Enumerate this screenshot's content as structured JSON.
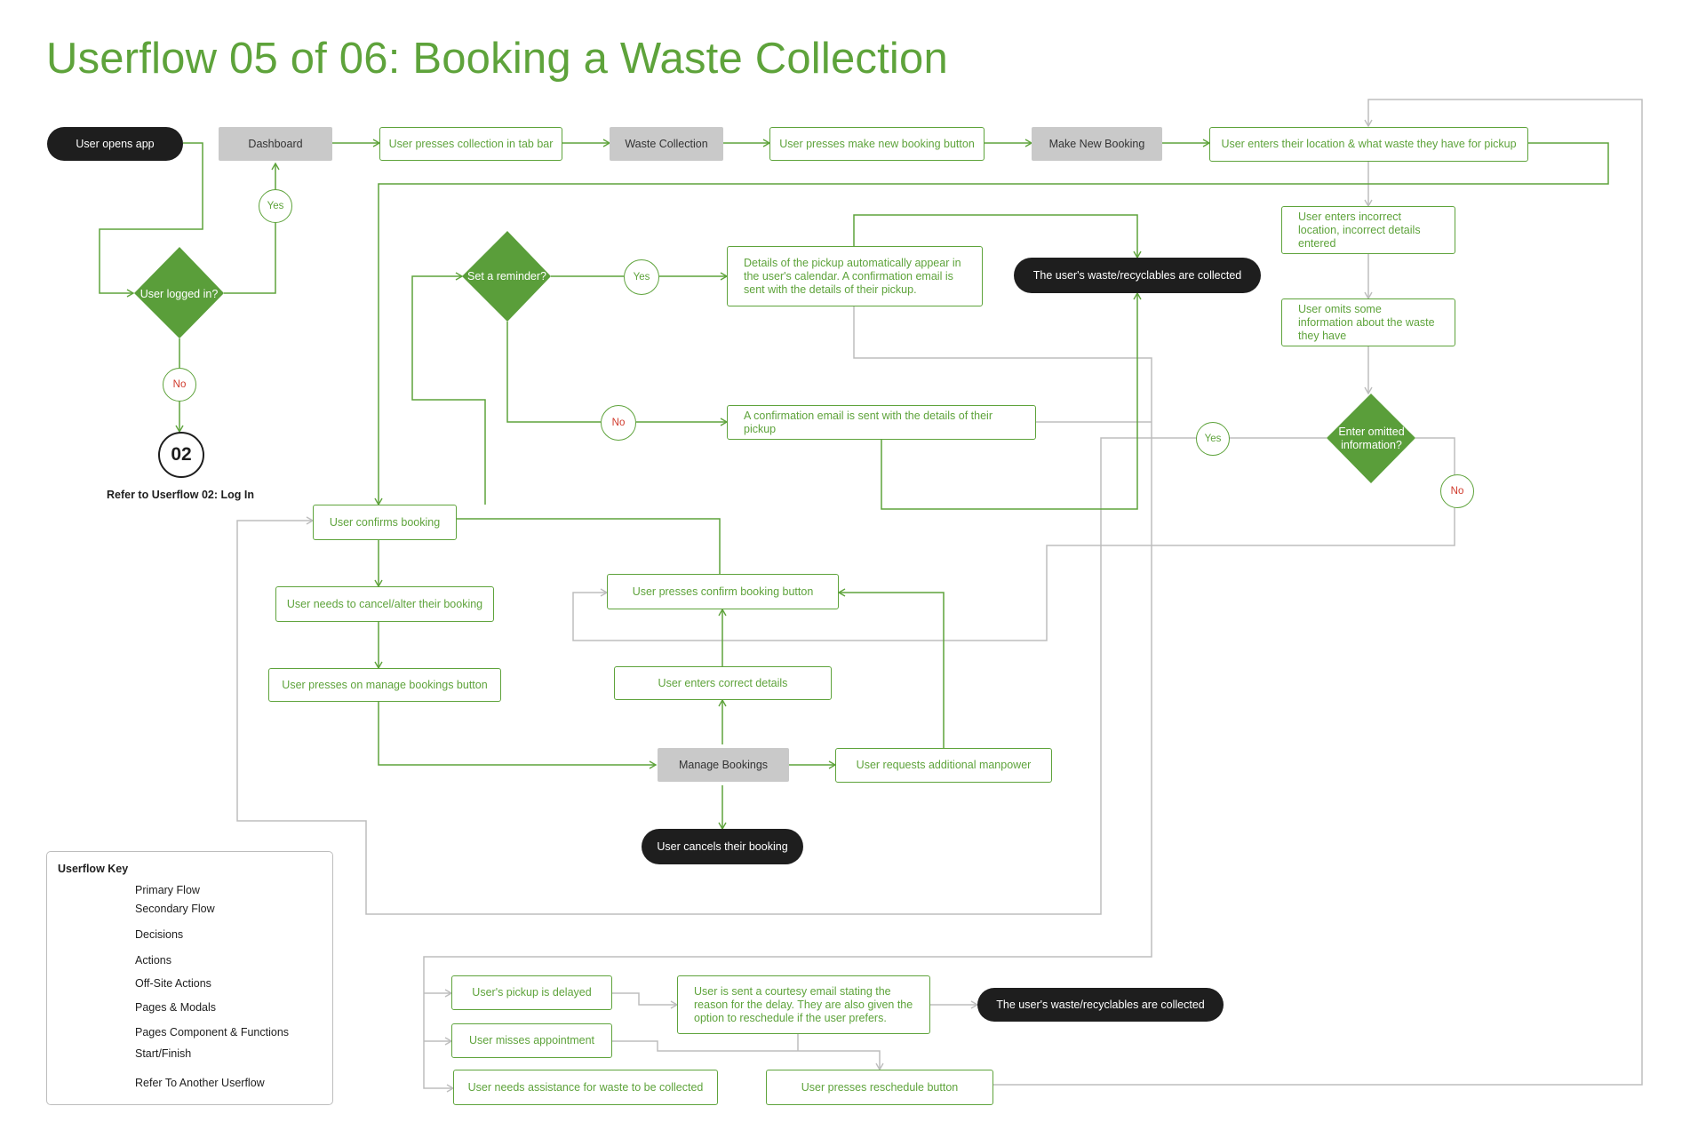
{
  "title": "Userflow 05 of 06: Booking a Waste Collection",
  "nodes": {
    "user_opens_app": "User opens app",
    "dashboard": "Dashboard",
    "presses_collection_tab": "User presses collection in tab bar",
    "waste_collection": "Waste Collection",
    "presses_new_booking": "User presses make new booking button",
    "make_new_booking": "Make New Booking",
    "enters_location": "User enters their location & what waste they have for pickup",
    "user_logged_in": "User logged in?",
    "yes_login": "Yes",
    "no_login": "No",
    "ref_02": "02",
    "ref_02_label": "Refer to Userflow 02: Log In",
    "set_reminder": "Set a reminder?",
    "yes_reminder": "Yes",
    "no_reminder": "No",
    "details_calendar": "Details of the pickup automatically appear in the user's calendar. A confirmation email is sent with the details of their pickup.",
    "waste_collected_1": "The user's waste/recyclables are collected",
    "incorrect_location": "User enters incorrect location, incorrect details entered",
    "omits_info": "User omits some information about the waste they have",
    "enter_omitted": "Enter omitted information?",
    "yes_omitted": "Yes",
    "no_omitted": "No",
    "confirmation_email": "A confirmation email is sent with the details of their pickup",
    "user_confirms_booking": "User confirms booking",
    "needs_cancel_alter": "User needs to cancel/alter their booking",
    "presses_manage_bookings": "User presses on manage bookings button",
    "presses_confirm_booking": "User presses confirm booking button",
    "enters_correct_details": "User enters correct details",
    "manage_bookings": "Manage Bookings",
    "requests_manpower": "User requests additional manpower",
    "cancels_booking": "User cancels their booking",
    "pickup_delayed": "User's pickup is delayed",
    "courtesy_email": "User is sent a courtesy email stating the reason for the delay. They are also given the option to reschedule if the user prefers.",
    "waste_collected_2": "The user's waste/recyclables are collected",
    "misses_appointment": "User misses appointment",
    "needs_assistance": "User needs assistance for waste to be collected",
    "presses_reschedule": "User presses reschedule button"
  },
  "key": {
    "title": "Userflow Key",
    "items": [
      {
        "label": "Primary Flow",
        "symbol": "primary-arrow"
      },
      {
        "label": "Secondary Flow",
        "symbol": "secondary-arrow"
      },
      {
        "label": "Decisions",
        "symbol": "diamond"
      },
      {
        "label": "Actions",
        "symbol": "action-rect"
      },
      {
        "label": "Off-Site Actions",
        "symbol": "parallelogram"
      },
      {
        "label": "Pages & Modals",
        "symbol": "grey-rect"
      },
      {
        "label": "Pages Component & Functions",
        "symbol": "grey-pill"
      },
      {
        "label": "Start/Finish",
        "symbol": "black-pill"
      },
      {
        "label": "Refer To Another Userflow",
        "symbol": "circle"
      }
    ]
  },
  "colors": {
    "green": "#5ea33b",
    "decision_green": "#5a9e3a",
    "grey_line": "#bdbdbd",
    "page_grey": "#c9c9c9",
    "terminal": "#1e1e1e",
    "no_red": "#d0392b"
  }
}
